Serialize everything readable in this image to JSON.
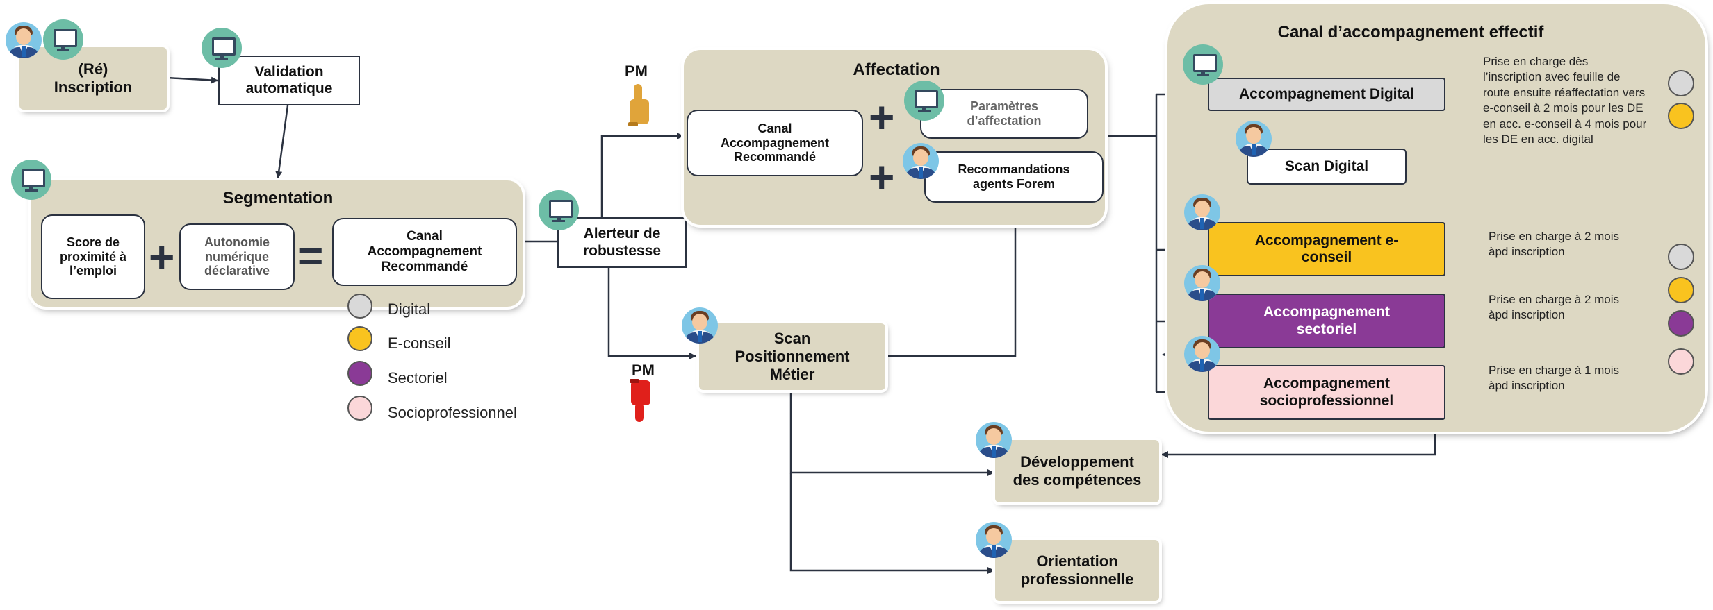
{
  "nodes": {
    "inscription": "(Ré) Inscription",
    "validation": "Validation automatique",
    "segmentation_title": "Segmentation",
    "score": "Score de proximité à l’emploi",
    "autonomie": "Autonomie numérique déclarative",
    "canal_segmentation": "Canal Accompagnement Recommandé",
    "alerteur": "Alerteur de robustesse",
    "affectation_title": "Affectation",
    "canal_affectation": "Canal Accompagnement Recommandé",
    "parametres": "Paramètres d’affectation",
    "recommandations": "Recommandations agents Forem",
    "scan_metier": "Scan Positionnement Métier",
    "developpement": "Développement des compétences",
    "orientation": "Orientation professionnelle",
    "canal_effectif_title": "Canal d’accompagnement effectif",
    "acc_digital": "Accompagnement Digital",
    "scan_digital": "Scan Digital",
    "acc_econseil": "Accompagnement e-conseil",
    "acc_sectoriel": "Accompagnement sectoriel",
    "acc_socio": "Accompagnement socioprofessionnel"
  },
  "pm_labels": {
    "up": "PM",
    "down": "PM"
  },
  "legend": [
    {
      "label": "Digital",
      "color": "#d9d9d9"
    },
    {
      "label": "E-conseil",
      "color": "#f9c31f"
    },
    {
      "label": "Sectoriel",
      "color": "#8a3a96"
    },
    {
      "label": "Socioprofessionnel",
      "color": "#fbd7d9"
    }
  ],
  "notes": {
    "digital": "Prise en charge dès l’inscription avec feuille de route ensuite réaffectation vers e-conseil à 2 mois pour les DE en acc. e-conseil à 4 mois pour les DE en acc. digital",
    "econseil": "Prise en charge à 2 mois àpd inscription",
    "sectoriel": "Prise en charge à 2 mois àpd inscription",
    "socio": "Prise en charge à 1 mois àpd inscription"
  },
  "colors": {
    "panel": "#ddd8c3",
    "digital": "#d9d9d9",
    "econseil": "#f9c31f",
    "sectoriel": "#8a3a96",
    "socio": "#fbd7d9",
    "thumb_up": "#e0a43a",
    "thumb_down": "#e0201b",
    "line": "#2b3240"
  },
  "icons": [
    "agent-avatar-icon",
    "computer-icon",
    "thumbs-up-icon",
    "thumbs-down-icon"
  ]
}
